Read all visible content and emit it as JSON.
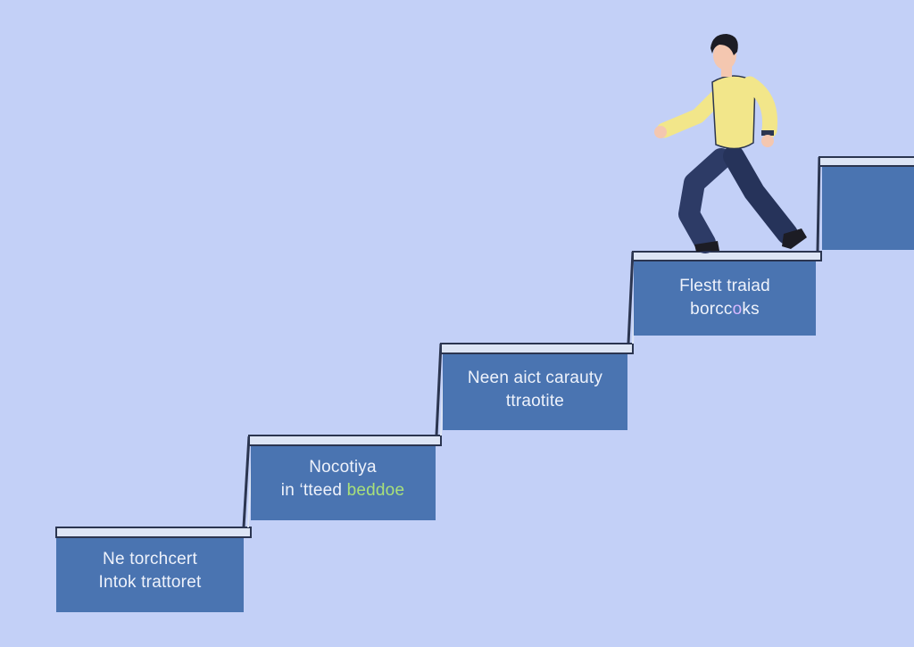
{
  "palette": {
    "background": "#c3d0f7",
    "step_face": "#4a74b1",
    "step_tread": "#dde5f5",
    "step_outline": "#2b3550",
    "text": "#eef2fb",
    "highlight_text": "#a8e07a",
    "shirt": "#f2e68a",
    "pants": "#2d3b66",
    "skin": "#f4c7b0",
    "hair": "#1c1c24"
  },
  "steps": [
    {
      "line1": "Ne torchcert",
      "line2": "Intok trattoret"
    },
    {
      "line1": "Nocotiya",
      "line2_a": "in ‘tteed ",
      "line2_b": "beddoe"
    },
    {
      "line1": "Neen aict carauty",
      "line2": "ttraotite"
    },
    {
      "line1": "Flestt traiad",
      "line2_a": "borcc",
      "line2_b": "o",
      "line2_c": "ks"
    },
    {
      "line1": "",
      "line2": ""
    }
  ],
  "figure": {
    "icon": "walking-man-icon"
  }
}
